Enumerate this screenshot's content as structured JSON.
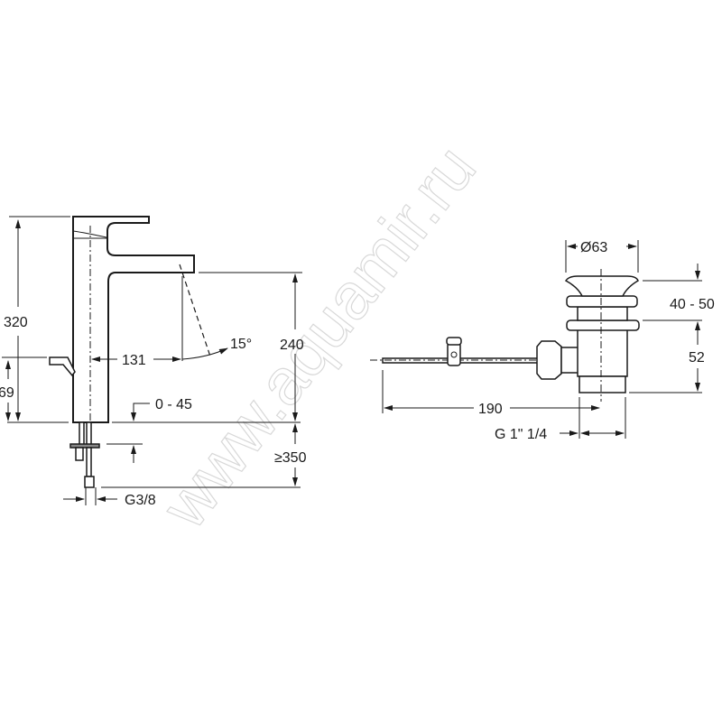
{
  "watermark": "www.aquamir.ru",
  "faucet": {
    "dimensions": {
      "total_height": "320",
      "lever_height": "69",
      "reach": "131",
      "angle": "15°",
      "spout_height": "240",
      "deck_thickness": "0 - 45",
      "hose_length": "≥350",
      "connection": "G3/8"
    }
  },
  "waste": {
    "dimensions": {
      "diameter": "Ø63",
      "stroke": "40 - 50",
      "body_height": "52",
      "rod_length": "190",
      "thread": "G 1\" 1/4"
    }
  }
}
